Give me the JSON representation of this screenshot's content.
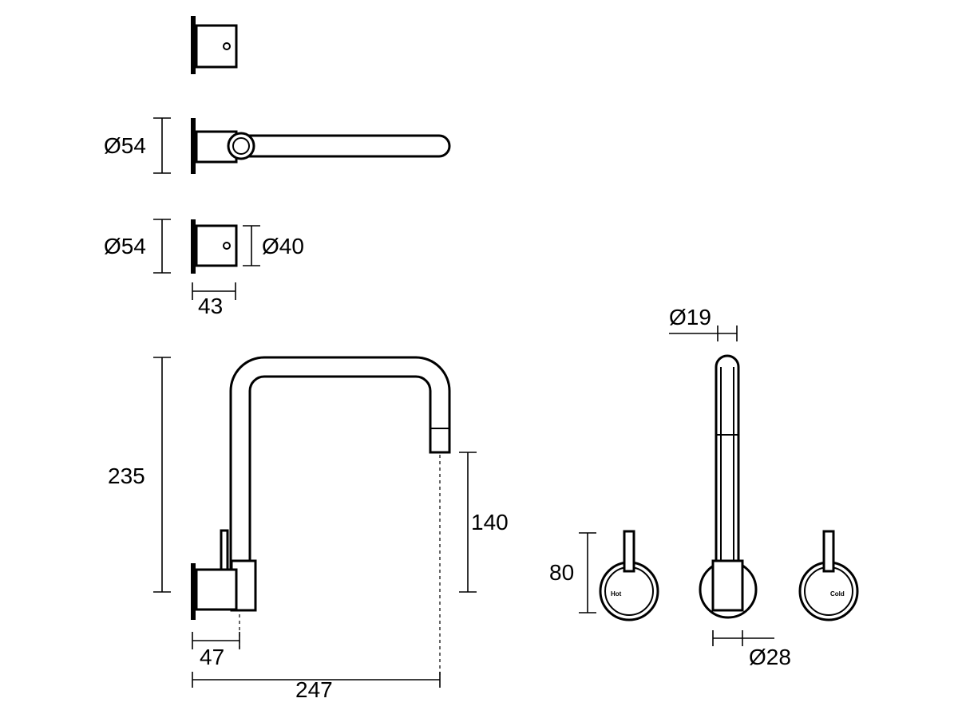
{
  "labels": {
    "d54_spout": "Ø54",
    "d54_mixer": "Ø54",
    "d40": "Ø40",
    "w43": "43",
    "h235": "235",
    "h140": "140",
    "w47": "47",
    "w247": "247",
    "d19": "Ø19",
    "h80": "80",
    "d28": "Ø28",
    "hot": "Hot",
    "cold": "Cold"
  }
}
